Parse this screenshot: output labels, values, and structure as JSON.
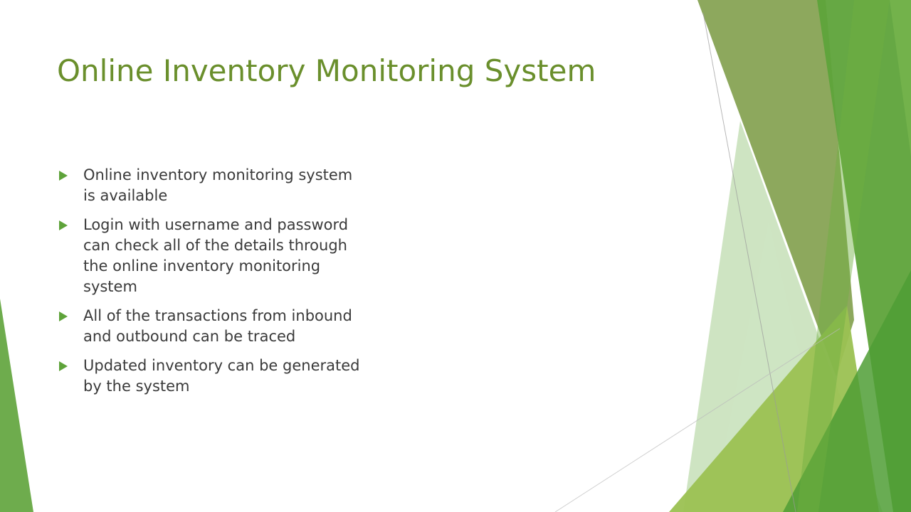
{
  "slide": {
    "title": "Online Inventory Monitoring System",
    "bullets": [
      {
        "text": "Online inventory monitoring system is available"
      },
      {
        "text": "Login with username and password can check all of the details through the online inventory monitoring system"
      },
      {
        "text": "All of the transactions from inbound and outbound can be traced"
      },
      {
        "text": "Updated inventory can be generated by the system"
      }
    ]
  },
  "icons": {
    "bullet": "play-triangle-icon"
  },
  "colors": {
    "title": "#6a8f2c",
    "body_text": "#3a3a3a",
    "bullet": "#5ea33a",
    "accent_dark": "#7d9c47",
    "accent_mid": "#5ea33a",
    "accent_light": "#9bc152",
    "accent_pale": "#cfe5c3"
  }
}
